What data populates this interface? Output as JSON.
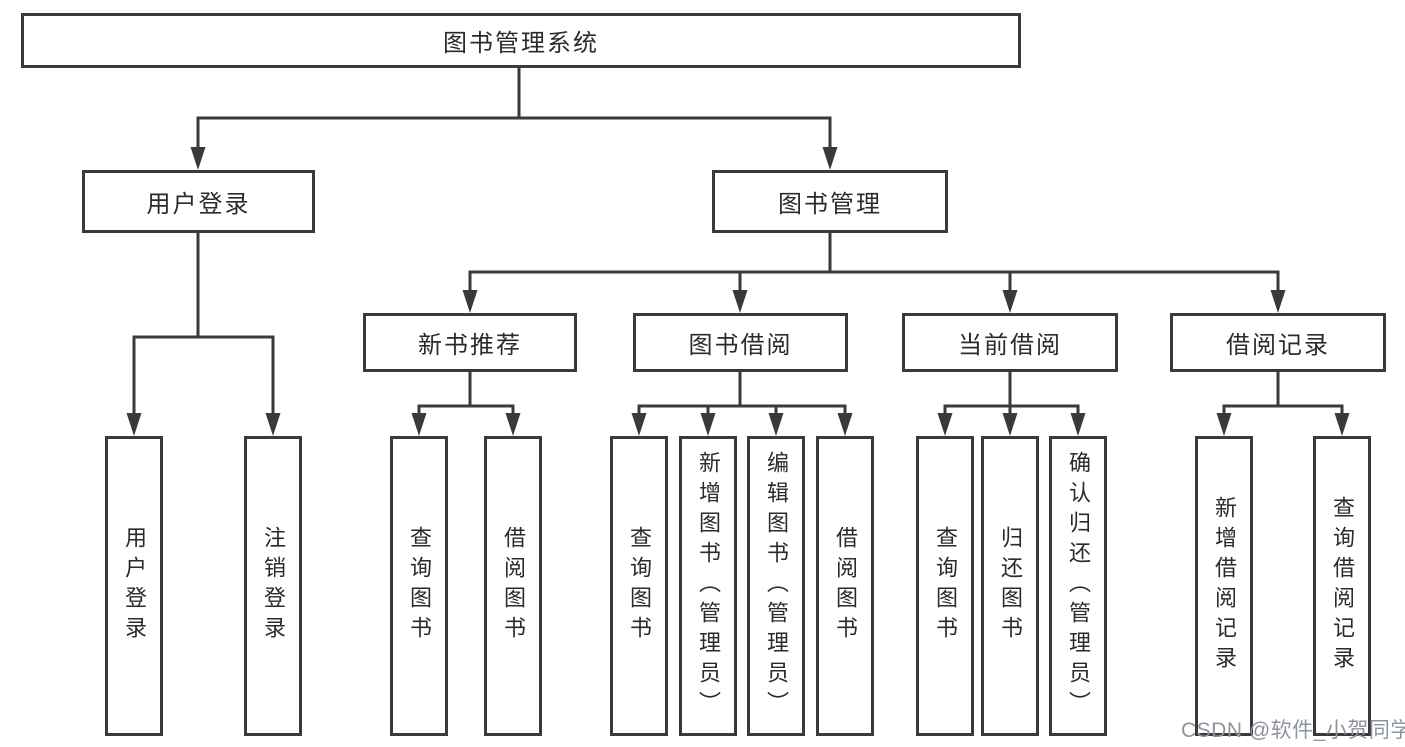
{
  "tree": {
    "label": "图书管理系统",
    "children": [
      {
        "label": "用户登录",
        "children": [
          {
            "label": "用户登录"
          },
          {
            "label": "注销登录"
          }
        ]
      },
      {
        "label": "图书管理",
        "children": [
          {
            "label": "新书推荐",
            "children": [
              {
                "label": "查询图书"
              },
              {
                "label": "借阅图书"
              }
            ]
          },
          {
            "label": "图书借阅",
            "children": [
              {
                "label": "查询图书"
              },
              {
                "label": "新增图书（管理员）"
              },
              {
                "label": "编辑图书（管理员）"
              },
              {
                "label": "借阅图书"
              }
            ]
          },
          {
            "label": "当前借阅",
            "children": [
              {
                "label": "查询图书"
              },
              {
                "label": "归还图书"
              },
              {
                "label": "确认归还（管理员）"
              }
            ]
          },
          {
            "label": "借阅记录",
            "children": [
              {
                "label": "新增借阅记录"
              },
              {
                "label": "查询借阅记录"
              }
            ]
          }
        ]
      }
    ]
  },
  "watermark": {
    "text": "CSDN @软件_小贺同学"
  },
  "colors": {
    "line": "#3a3a3a",
    "text": "#2b2b2b",
    "box_fill": "#ffffff",
    "watermark": "#8e949b",
    "background": "#ffffff"
  }
}
